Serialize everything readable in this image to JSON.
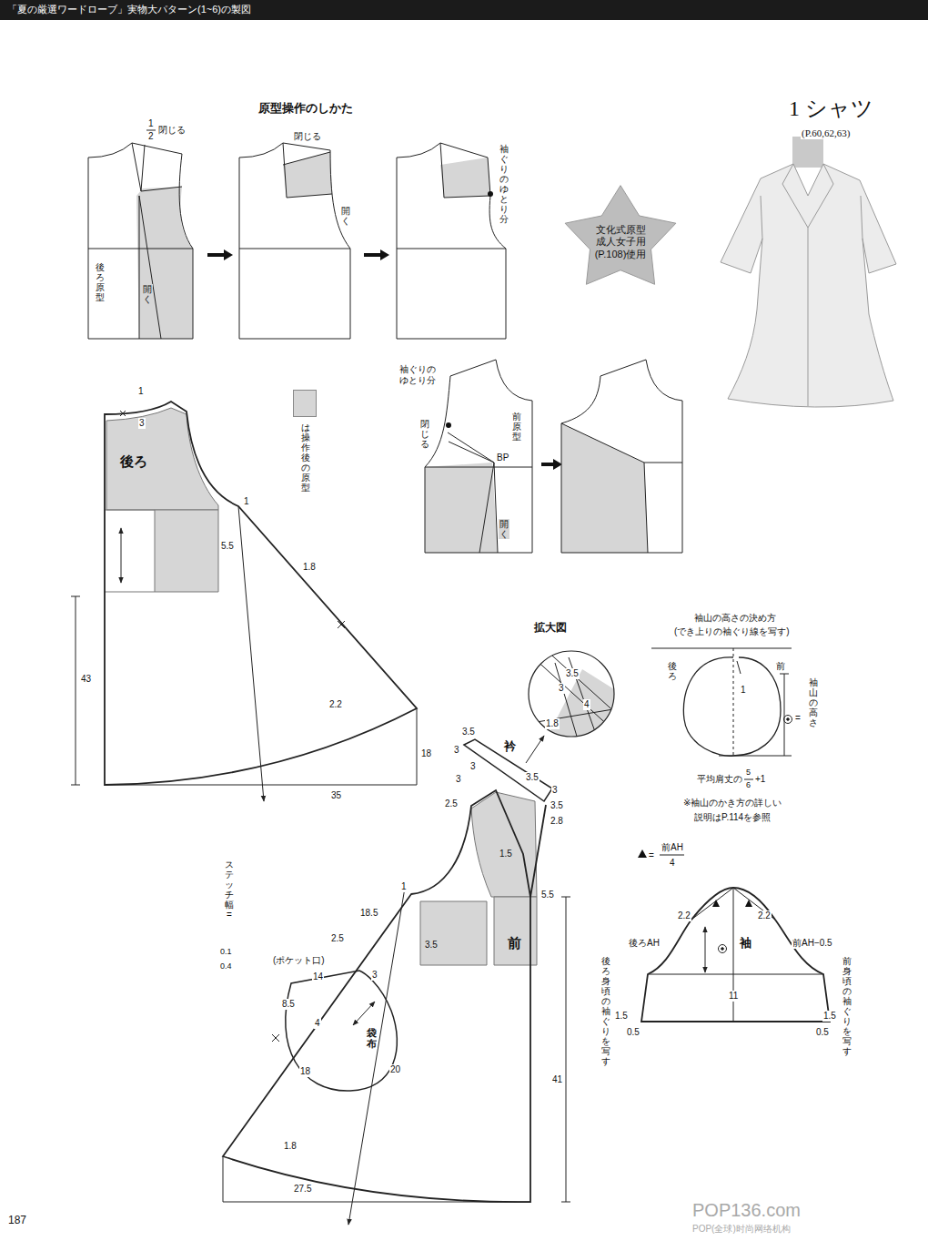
{
  "diagram": {
    "title": "「夏の厳選ワードローブ」実物大パターン(1~6)の製図",
    "nodes": [
      {
        "text": [
          "文化式原型 成人女子用 (P.108)使用"
        ]
      }
    ],
    "labels": [
      "原型操作のしかた",
      "1 シャツ",
      "(P.60,62,63)",
      "1",
      "2",
      "閉じる",
      "閉じる",
      "開く",
      "袖ぐりのゆとり分",
      "後ろ原型",
      "開く",
      "袖ぐりのゆとり分",
      "閉じる",
      "前原型",
      "BP",
      "開く",
      "1",
      "3",
      "後ろ",
      "1",
      "5.5",
      "1.8",
      "43",
      "2.2",
      "18",
      "35",
      "ステッチ幅=",
      "0.1",
      "0.4",
      "3.5",
      "3",
      "3",
      "衿",
      "3",
      "3.5",
      "3",
      "3.5",
      "2.8",
      "2.5",
      "1.5",
      "5.5",
      "1",
      "18.5",
      "2.5",
      "3.5",
      "前",
      "(ポケット口)",
      "14",
      "3",
      "8.5",
      "4",
      "袋布",
      "18",
      "20",
      "41",
      "1.8",
      "27.5",
      "拡大図",
      "3.5",
      "3",
      "4",
      "1.8",
      "袖山の高さの決め方",
      "(でき上りの袖ぐり線を写す)",
      "後ろ",
      "前",
      "1",
      "=",
      "袖山の高さ",
      "平均肩丈の",
      "5",
      "6",
      "+1",
      "※袖山のかき方の詳しい",
      "説明はP.114を参照",
      "=",
      "前AH",
      "4",
      "2.2",
      "2.2",
      "後ろAH",
      "袖",
      "前AH−0.5",
      "11",
      "1.5",
      "0.5",
      "1.5",
      "0.5",
      "後ろ身頃の袖ぐりを写す",
      "前身頃の袖ぐりを写す",
      "187",
      "POP136.com",
      "POP(全球)时尚网络机构"
    ],
    "legend": [
      {
        "text": "は操作後の原型",
        "color": "#d6d6d6"
      }
    ]
  }
}
